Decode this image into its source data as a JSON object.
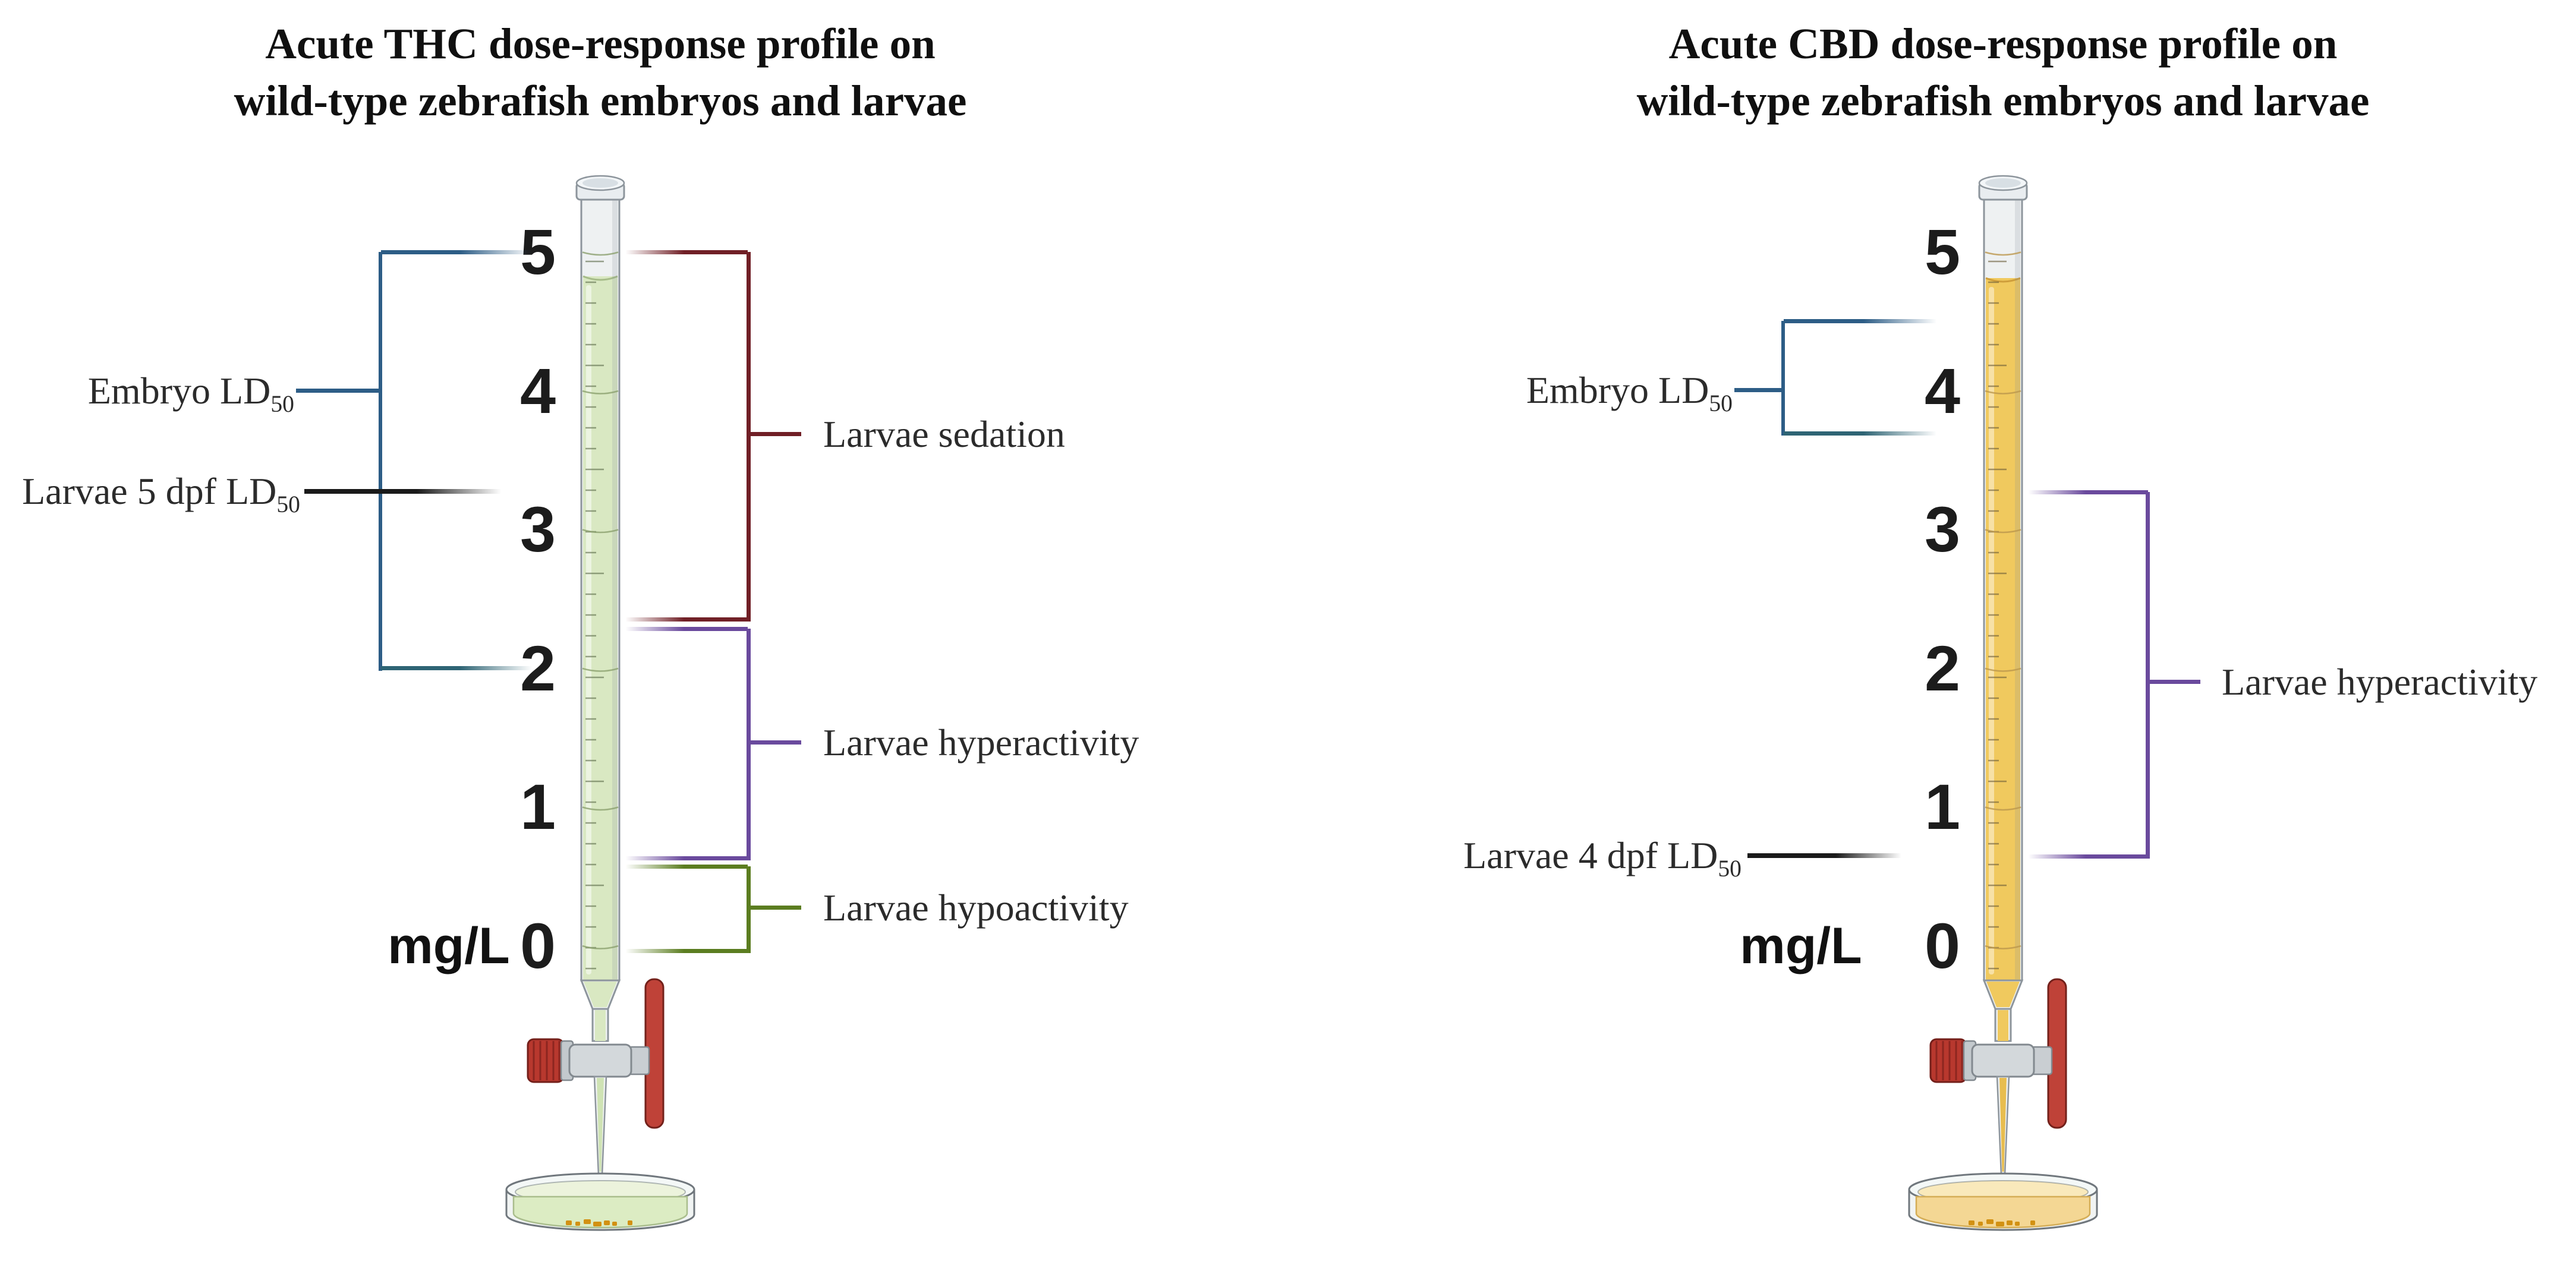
{
  "figure": {
    "unit_label": "mg/L",
    "scale_ticks": [
      "5",
      "4",
      "3",
      "2",
      "1",
      "0"
    ],
    "scale_unit": "mg/L",
    "colors": {
      "bracket_blue": "#2d5d86",
      "bracket_blue_teal": "#2e6474",
      "bracket_maroon": "#701f26",
      "bracket_purple": "#6a4a9d",
      "bracket_green": "#5b7d20",
      "ld_line_black": "#1a1a1a",
      "thc_liquid": "#d9e8c2",
      "cbd_liquid": "#f0c95e",
      "embryo_specks": "#d29113"
    },
    "panels": [
      {
        "id": "thc",
        "title_line1": "Acute THC dose-response profile on",
        "title_line2": "wild-type zebrafish embryos and larvae",
        "annotations": {
          "embryo_ld50": {
            "text": "Embryo LD",
            "sub": "50",
            "bracket_range_mg_per_l": [
              2,
              5
            ]
          },
          "larvae_ld50": {
            "text": "Larvae 5 dpf LD",
            "sub": "50",
            "level_mg_per_l": 3.3
          },
          "sedation": {
            "label": "Larvae sedation",
            "range_mg_per_l": [
              2.4,
              5
            ]
          },
          "hyperactivity": {
            "label": "Larvae hyperactivity",
            "range_mg_per_l": [
              0.6,
              2.3
            ]
          },
          "hypoactivity": {
            "label": "Larvae hypoactivity",
            "range_mg_per_l": [
              0,
              0.55
            ]
          }
        }
      },
      {
        "id": "cbd",
        "title_line1": "Acute CBD dose-response profile on",
        "title_line2": "wild-type zebrafish embryos and larvae",
        "annotations": {
          "embryo_ld50": {
            "text": "Embryo LD",
            "sub": "50",
            "bracket_range_mg_per_l": [
              3.7,
              4.5
            ]
          },
          "larvae_ld50": {
            "text": "Larvae 4 dpf LD",
            "sub": "50",
            "level_mg_per_l": 0.65
          },
          "hyperactivity": {
            "label": "Larvae hyperactivity",
            "range_mg_per_l": [
              0.6,
              3.25
            ]
          }
        }
      }
    ]
  }
}
